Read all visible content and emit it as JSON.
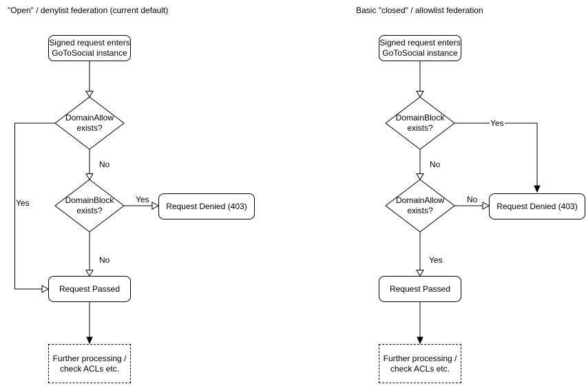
{
  "canvas": {
    "background": "#ffffff",
    "line_color": "#000000",
    "text_color": "#000000"
  },
  "left_chart": {
    "title": "\"Open\" / denylist federation (current default)",
    "nodes": {
      "start": "Signed request enters\nGoToSocial instance",
      "decision_allow": "DomainAllow\nexists?",
      "decision_block": "DomainBlock\nexists?",
      "denied": "Request Denied (403)",
      "passed": "Request Passed",
      "further": "Further processing /\ncheck ACLs etc."
    },
    "labels": {
      "allow_yes": "Yes",
      "allow_no": "No",
      "block_yes": "Yes",
      "block_no": "No"
    }
  },
  "right_chart": {
    "title": "Basic \"closed\" / allowlist federation",
    "nodes": {
      "start": "Signed request enters\nGoToSocial instance",
      "decision_block": "DomainBlock\nexists?",
      "decision_allow": "DomainAllow\nexists?",
      "denied": "Request Denied (403)",
      "passed": "Request Passed",
      "further": "Further processing /\ncheck ACLs etc."
    },
    "labels": {
      "block_yes": "Yes",
      "block_no": "No",
      "allow_no": "No",
      "allow_yes": "Yes"
    }
  }
}
